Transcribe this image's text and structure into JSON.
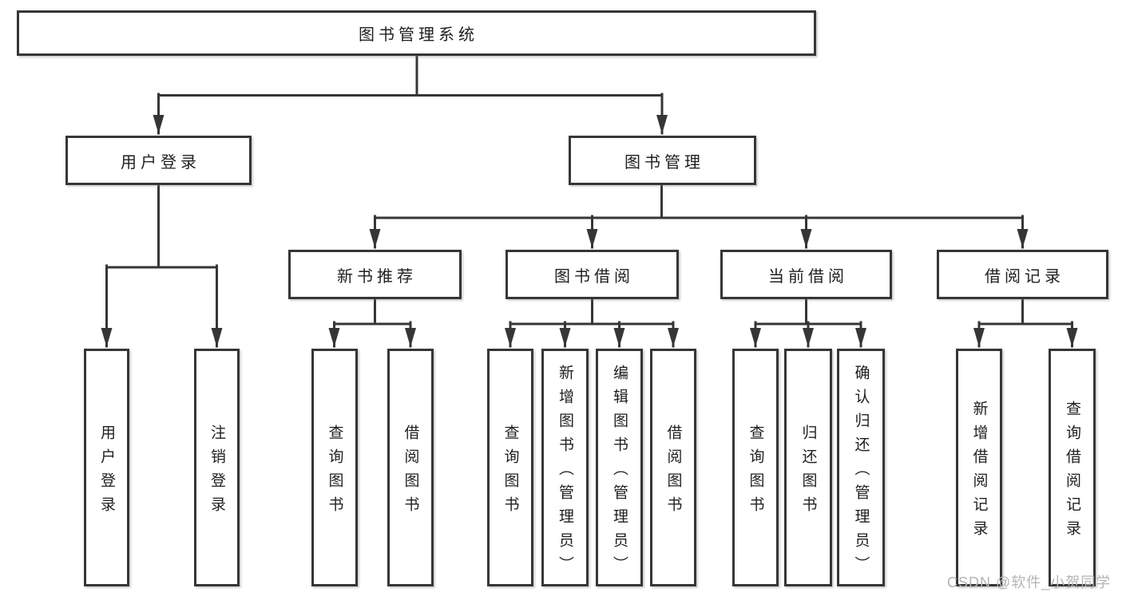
{
  "tree": {
    "label": "图书管理系统",
    "children": [
      {
        "label": "用户登录",
        "children": [
          {
            "label": "用户登录"
          },
          {
            "label": "注销登录"
          }
        ]
      },
      {
        "label": "图书管理",
        "children": [
          {
            "label": "新书推荐",
            "children": [
              {
                "label": "查询图书"
              },
              {
                "label": "借阅图书"
              }
            ]
          },
          {
            "label": "图书借阅",
            "children": [
              {
                "label": "查询图书"
              },
              {
                "label": "新增图书（管理员）"
              },
              {
                "label": "编辑图书（管理员）"
              },
              {
                "label": "借阅图书"
              }
            ]
          },
          {
            "label": "当前借阅",
            "children": [
              {
                "label": "查询图书"
              },
              {
                "label": "归还图书"
              },
              {
                "label": "确认归还（管理员）"
              }
            ]
          },
          {
            "label": "借阅记录",
            "children": [
              {
                "label": "新增借阅记录"
              },
              {
                "label": "查询借阅记录"
              }
            ]
          }
        ]
      }
    ]
  },
  "watermark": "CSDN @软件_小贺同学",
  "colors": {
    "line": "#363636",
    "box_border": "#363636",
    "box_background": "#ffffff",
    "text": "#1f1f1f",
    "watermark": "#b4b4b4",
    "page_background": "#ffffff"
  }
}
